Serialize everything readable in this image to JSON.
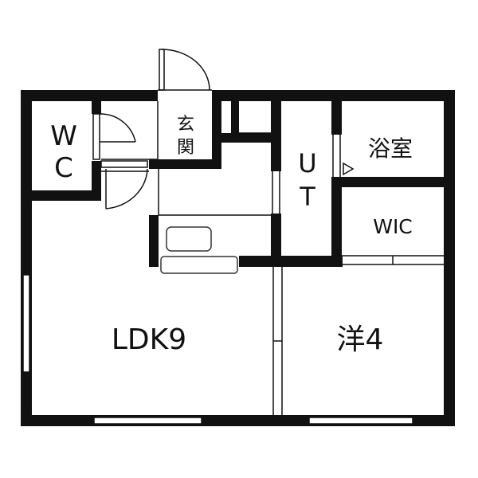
{
  "rooms": {
    "wc_line1": "W",
    "wc_line2": "C",
    "entrance_line1": "玄",
    "entrance_line2": "関",
    "ut_line1": "U",
    "ut_line2": "T",
    "bathroom": "浴室",
    "wic": "WIC",
    "ldk": "LDK9",
    "western_room": "洋4"
  },
  "colors": {
    "wall": "#111111",
    "background": "#ffffff",
    "fixture_stroke": "#333333"
  }
}
